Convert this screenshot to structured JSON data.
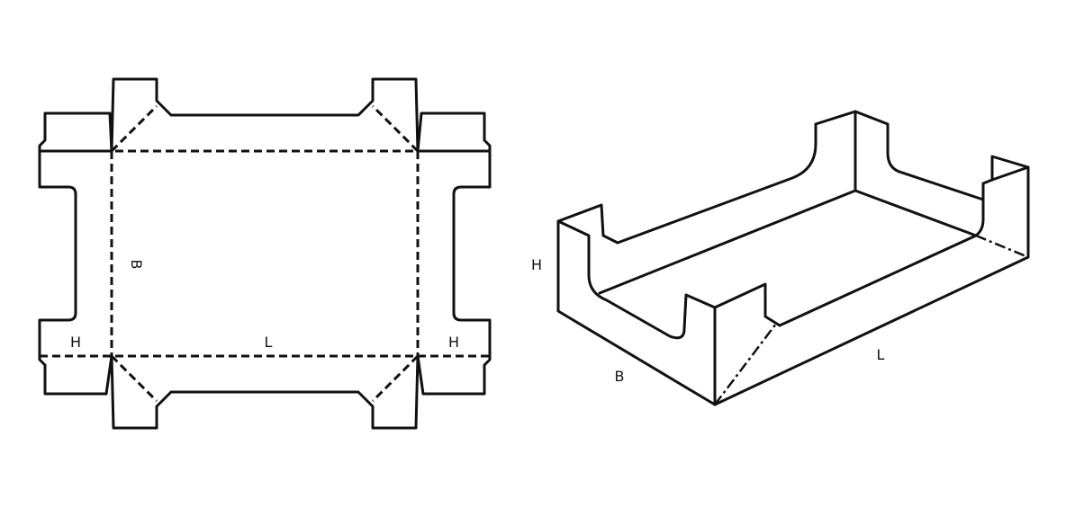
{
  "flat_layout": {
    "label_breite": "B",
    "label_laenge": "L",
    "label_hoehe_left": "H",
    "label_hoehe_right": "H"
  },
  "box_3d": {
    "label_hoehe": "H",
    "label_breite": "B",
    "label_laenge": "L"
  }
}
